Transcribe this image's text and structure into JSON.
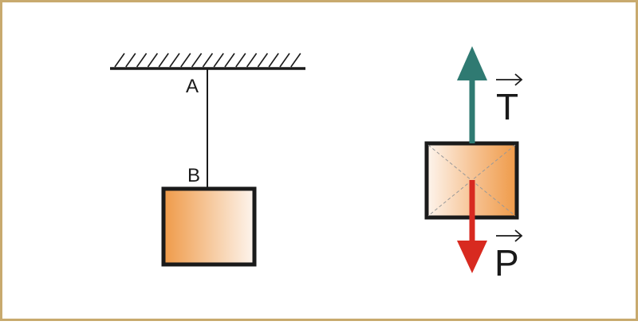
{
  "diagram": {
    "labels": {
      "point_a": "A",
      "point_b": "B",
      "tension": "T",
      "weight": "P"
    },
    "colors": {
      "border": "#c8aa6e",
      "block_dark": "#ef9a48",
      "block_light": "#fdf5ee",
      "outline": "#1a1a1a",
      "tension_arrow": "#2f7a72",
      "weight_arrow": "#d82a20",
      "diagonal": "#999999"
    }
  }
}
